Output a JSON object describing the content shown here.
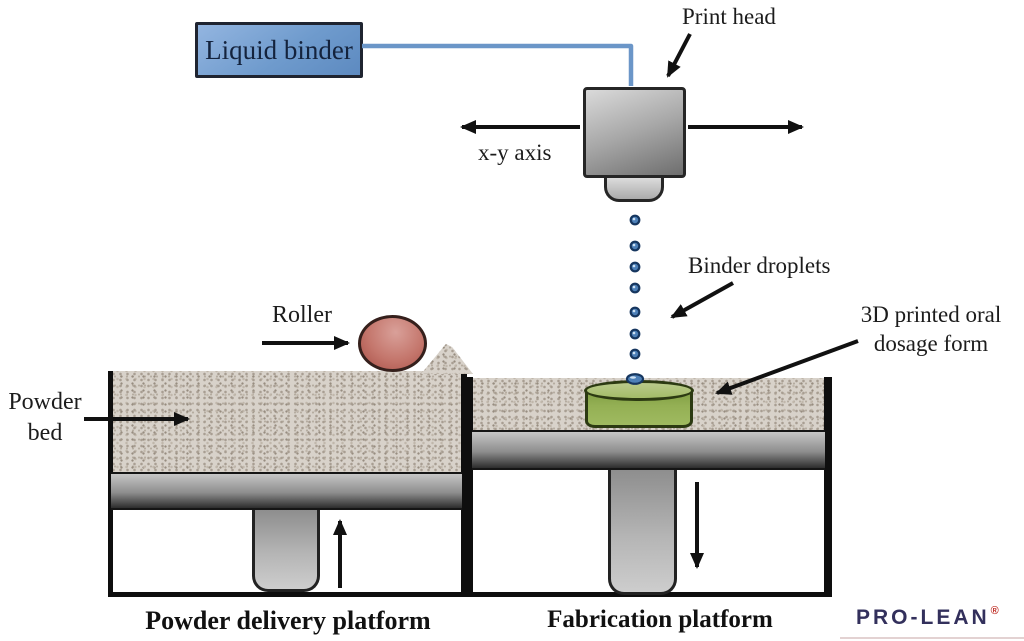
{
  "diagram": {
    "components": {
      "liquid_binder": {
        "label": "Liquid binder"
      },
      "print_head": {
        "label": "Print head"
      },
      "xy_axis": {
        "label": "x-y axis"
      },
      "binder_droplets": {
        "label": "Binder droplets",
        "droplet_count": 7
      },
      "printed_dosage_form": {
        "label_line1": "3D printed oral",
        "label_line2": "dosage form"
      },
      "roller": {
        "label": "Roller"
      },
      "powder_bed": {
        "label_line1": "Powder",
        "label_line2": "bed"
      },
      "powder_delivery_platform": {
        "caption": "Powder delivery platform"
      },
      "fabrication_platform": {
        "caption": "Fabrication platform"
      }
    }
  },
  "branding": {
    "logo_text": "PRO-LEAN",
    "registered_mark": "®"
  },
  "colors": {
    "liquid_binder_fill": "#6f9bcd",
    "tube_blue": "#6b96c8",
    "droplet_blue": "#4d80b8",
    "roller_red": "#c4766c",
    "tablet_green": "#94b054",
    "powder_base": "#d8d2ca",
    "platform_gray_dark": "#2d2d2d",
    "logo_navy": "#33305c",
    "logo_mark_red": "#c03028"
  }
}
